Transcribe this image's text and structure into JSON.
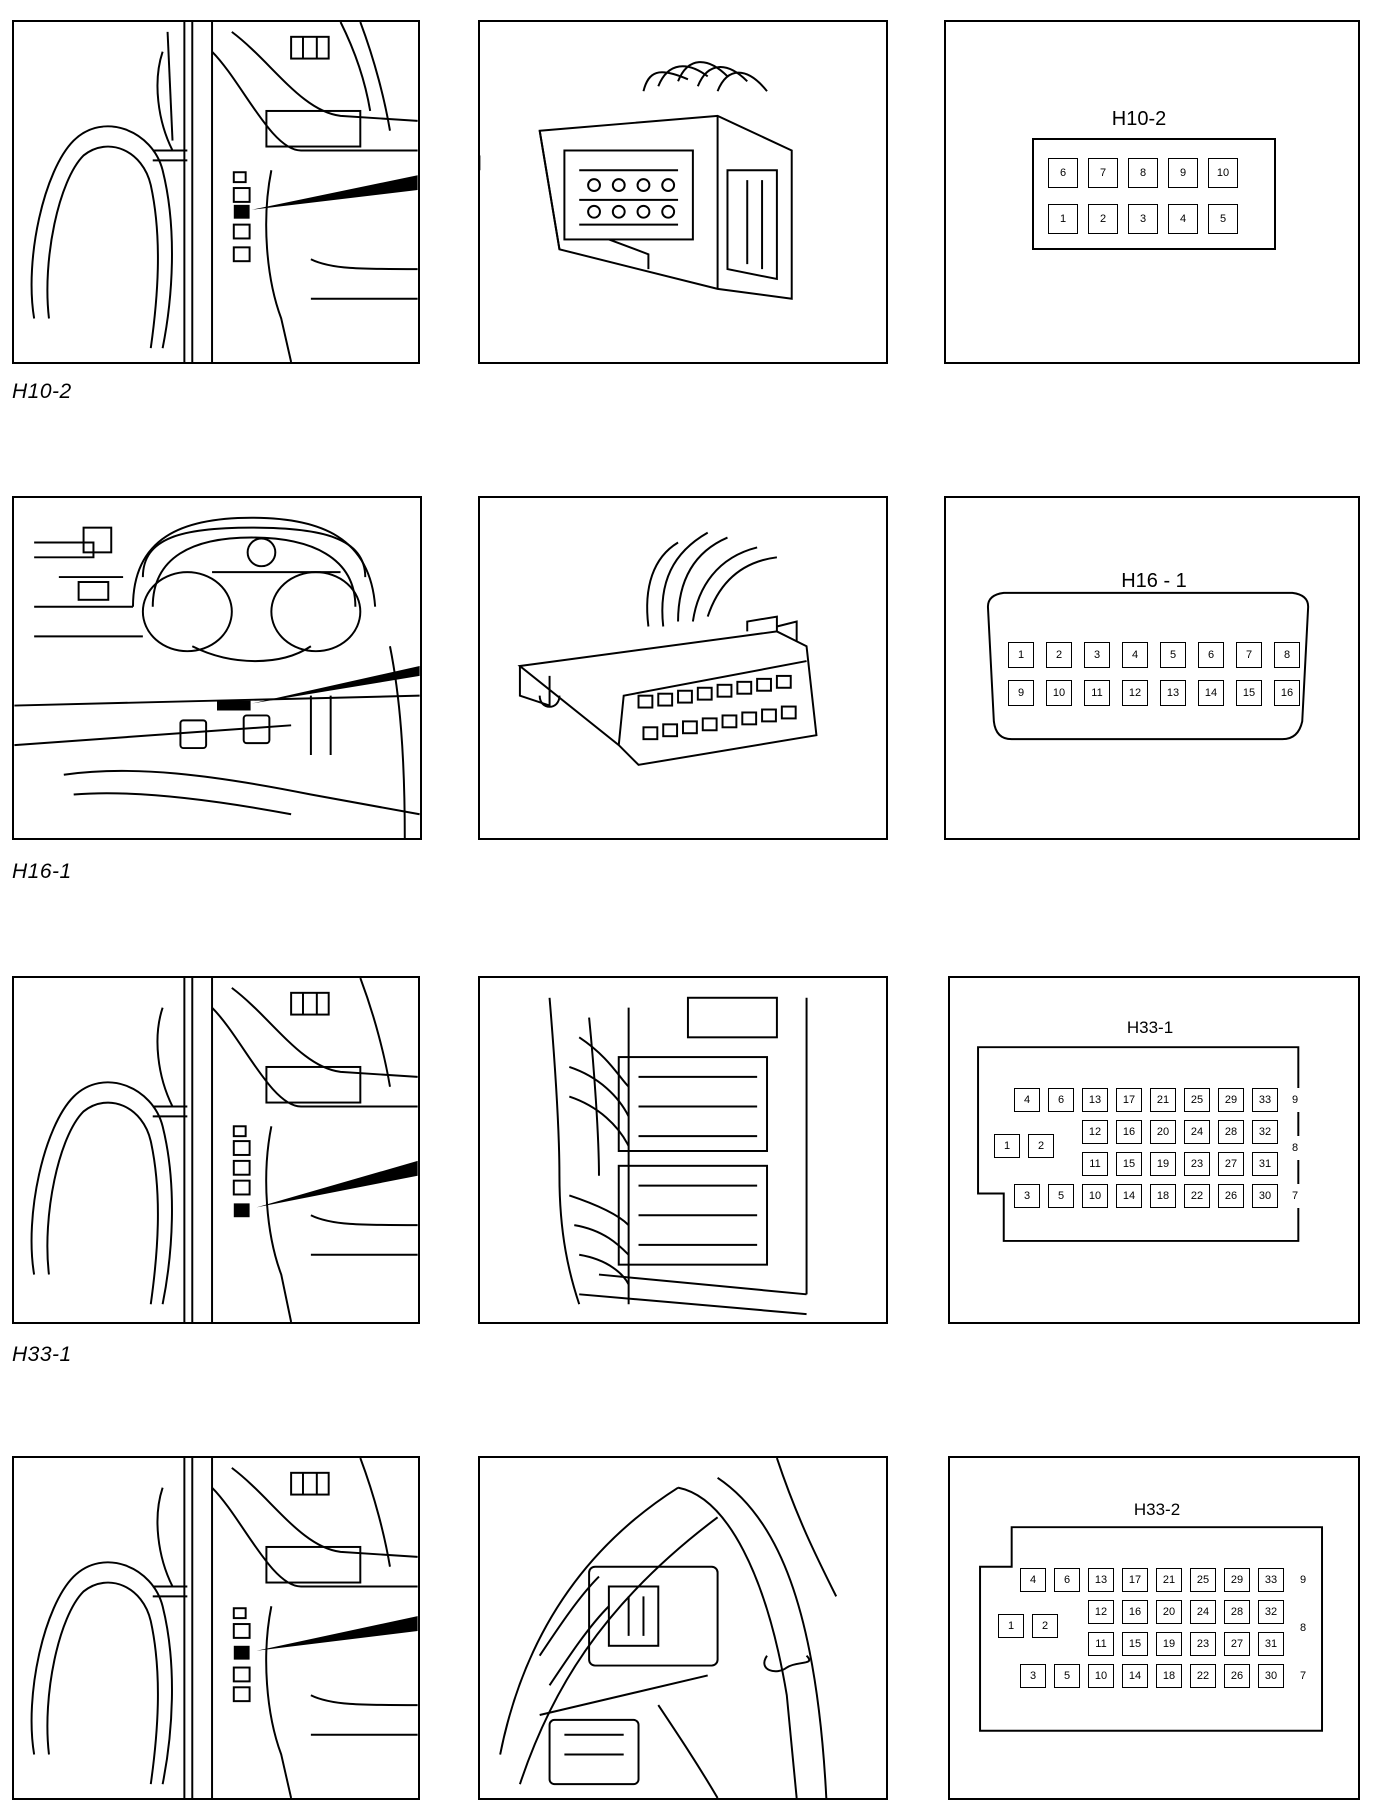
{
  "sections": [
    {
      "caption": "H10-2",
      "title": "H10-2",
      "pins": {
        "p1": "1",
        "p2": "2",
        "p3": "3",
        "p4": "4",
        "p5": "5",
        "p6": "6",
        "p7": "7",
        "p8": "8",
        "p9": "9",
        "p10": "10"
      }
    },
    {
      "caption": "H16-1",
      "title": "H16 - 1",
      "pins": {
        "p1": "1",
        "p2": "2",
        "p3": "3",
        "p4": "4",
        "p5": "5",
        "p6": "6",
        "p7": "7",
        "p8": "8",
        "p9": "9",
        "p10": "10",
        "p11": "11",
        "p12": "12",
        "p13": "13",
        "p14": "14",
        "p15": "15",
        "p16": "16"
      }
    },
    {
      "caption": "H33-1",
      "title": "H33-1",
      "pins": {
        "p1": "1",
        "p2": "2",
        "p3": "3",
        "p4": "4",
        "p5": "5",
        "p6": "6",
        "p7": "7",
        "p8": "8",
        "p9": "9",
        "p10": "10",
        "p11": "11",
        "p12": "12",
        "p13": "13",
        "p14": "14",
        "p15": "15",
        "p16": "16",
        "p17": "17",
        "p18": "18",
        "p19": "19",
        "p20": "20",
        "p21": "21",
        "p22": "22",
        "p23": "23",
        "p24": "24",
        "p25": "25",
        "p26": "26",
        "p27": "27",
        "p28": "28",
        "p29": "29",
        "p30": "30",
        "p31": "31",
        "p32": "32",
        "p33": "33"
      }
    },
    {
      "caption": "",
      "title": "H33-2",
      "pins": {
        "p1": "1",
        "p2": "2",
        "p3": "3",
        "p4": "4",
        "p5": "5",
        "p6": "6",
        "p7": "7",
        "p8": "8",
        "p9": "9",
        "p10": "10",
        "p11": "11",
        "p12": "12",
        "p13": "13",
        "p14": "14",
        "p15": "15",
        "p16": "16",
        "p17": "17",
        "p18": "18",
        "p19": "19",
        "p20": "20",
        "p21": "21",
        "p22": "22",
        "p23": "23",
        "p24": "24",
        "p25": "25",
        "p26": "26",
        "p27": "27",
        "p28": "28",
        "p29": "29",
        "p30": "30",
        "p31": "31",
        "p32": "32",
        "p33": "33"
      }
    }
  ]
}
